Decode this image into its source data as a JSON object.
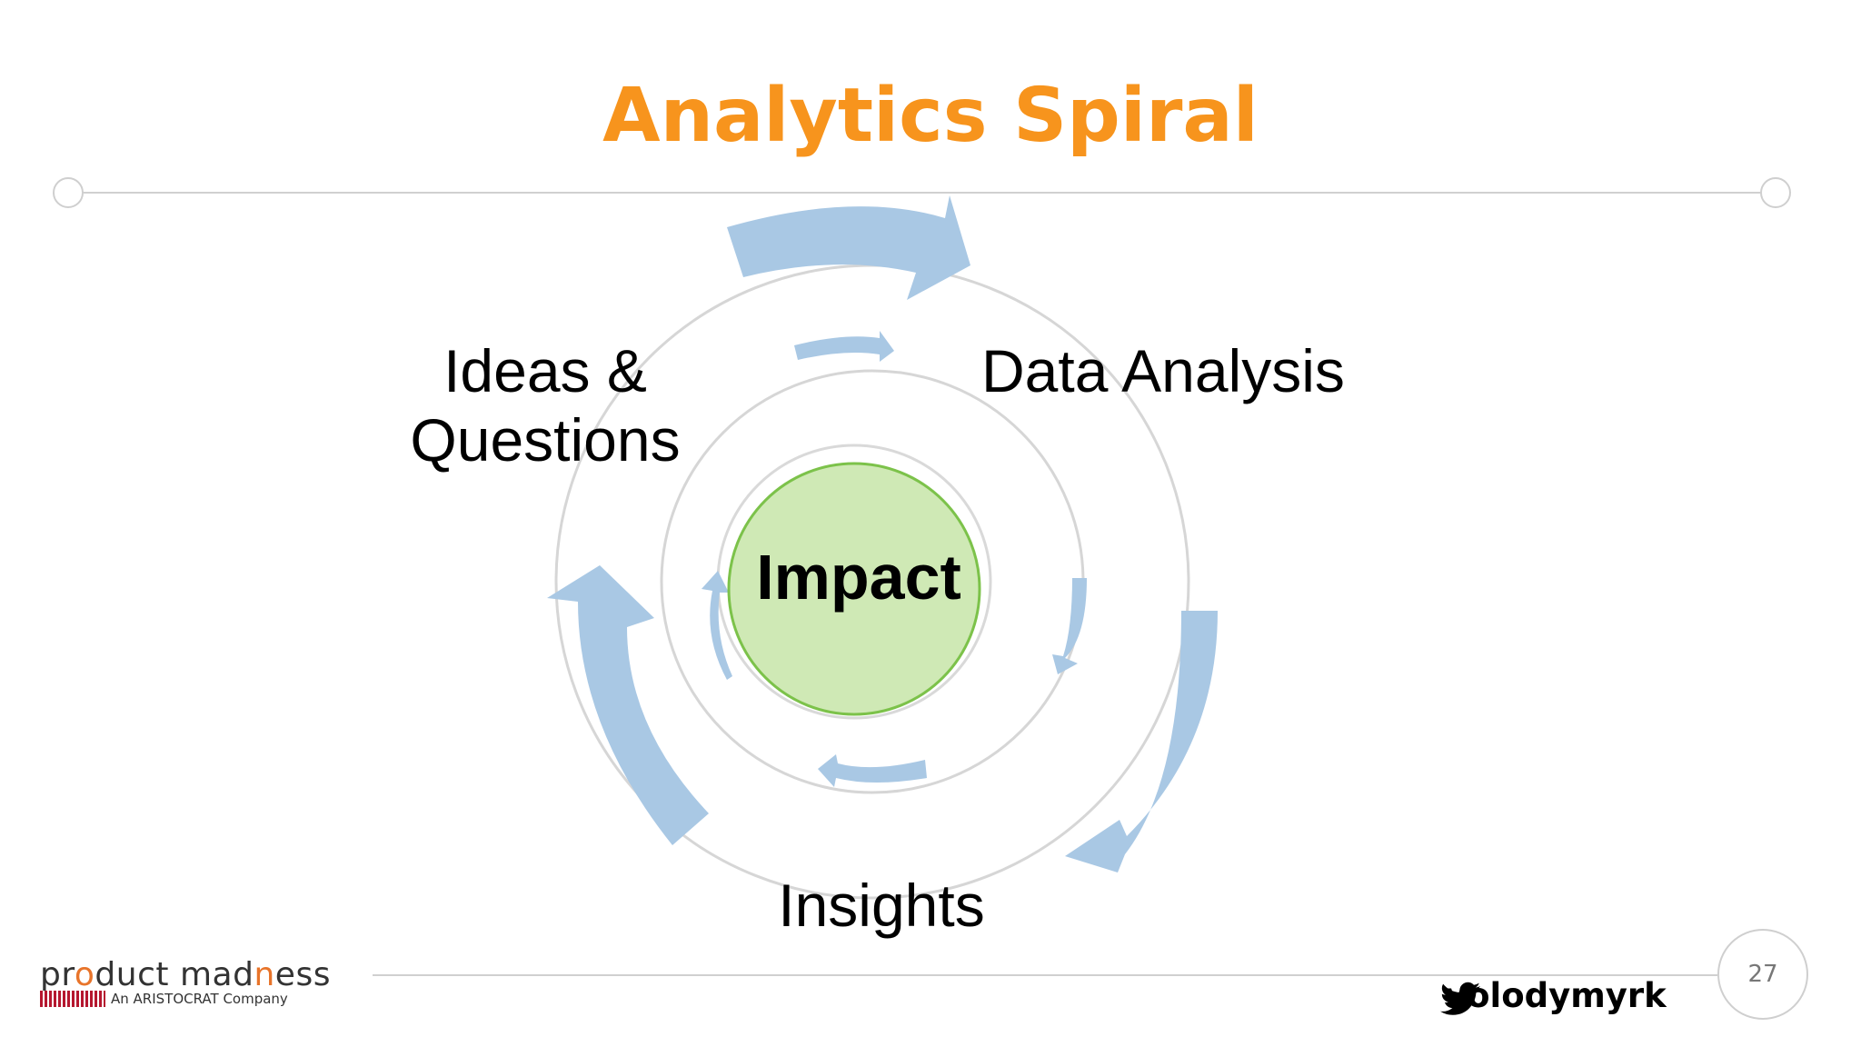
{
  "slide": {
    "title": "Analytics Spiral",
    "page_number": "27",
    "twitter_handle": "volodymyrk"
  },
  "diagram": {
    "stages": [
      "Ideas & Questions",
      "Data Analysis",
      "Insights"
    ],
    "center": "Impact"
  },
  "logo": {
    "brand": "product madness",
    "tagline": "An ARISTOCRAT Company"
  },
  "colors": {
    "title": "#f7941d",
    "arrow": "#a9c8e4",
    "center_fill": "#cfe9b5",
    "center_stroke": "#7cc24a",
    "ring": "#d6d6d6"
  },
  "icons": [
    "twitter-icon"
  ]
}
